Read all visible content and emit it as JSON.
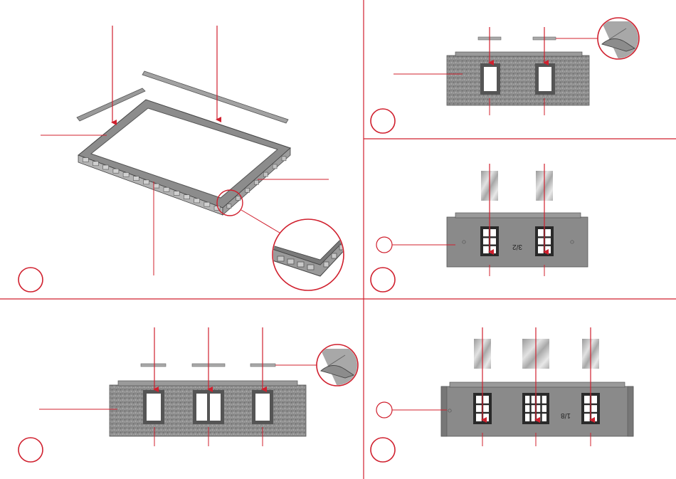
{
  "panels": [
    {
      "id": "panel-1",
      "step": "",
      "part_label": ""
    },
    {
      "id": "panel-2",
      "step": "",
      "part_label": ""
    },
    {
      "id": "panel-3",
      "step": "",
      "part_label": "3/2"
    },
    {
      "id": "panel-4",
      "step": "",
      "part_label": ""
    },
    {
      "id": "panel-5",
      "step": "",
      "part_label": "1/8"
    }
  ],
  "colors": {
    "accent": "#d0202e",
    "wall": "#8a8a8a",
    "wall_dark": "#5e5e5e",
    "wall_light": "#b8b8b8",
    "divider": "#d0202e",
    "leader": "#d0202e",
    "glass": "#cfcfcf"
  }
}
